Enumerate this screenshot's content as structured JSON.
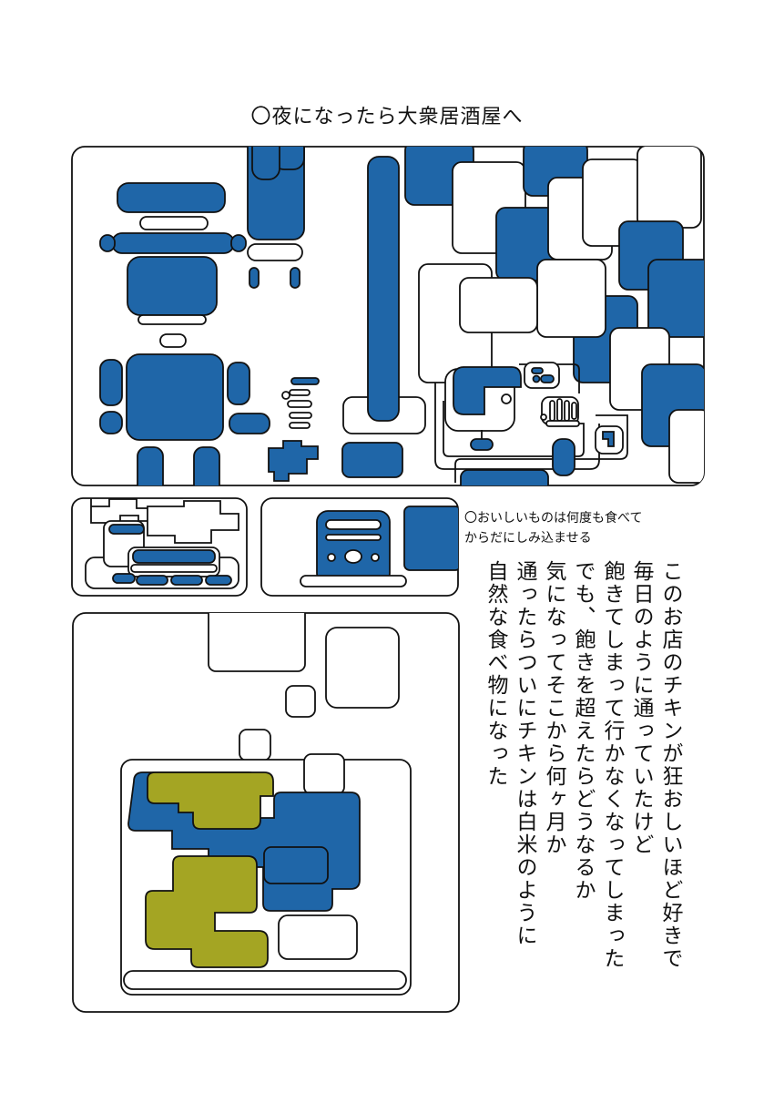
{
  "title": "〇夜になったら大衆居酒屋へ",
  "caption": {
    "line1": "〇おいしいものは何度も食べて",
    "line2": "からだにしみ込ませる"
  },
  "story": {
    "lines": [
      "このお店のチキンが狂おしいほど好きで",
      "毎日のように通っていたけど",
      "飽きてしまって行かなくなってしまった",
      "でも、飽きを超えたらどうなるか",
      "気になってそこから何ヶ月か",
      "通ったらついにチキンは白米のように",
      "自然な食べ物になった"
    ]
  },
  "colors": {
    "blue": "#1f66a8",
    "olive": "#a4a523",
    "stroke": "#111111",
    "paper": "#ffffff"
  }
}
